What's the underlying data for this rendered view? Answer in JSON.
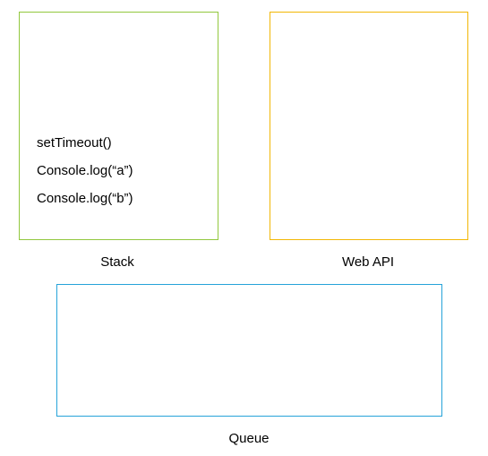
{
  "colors": {
    "stack_border": "#92c83e",
    "webapi_border": "#f2b705",
    "queue_border": "#26a3d9"
  },
  "stack": {
    "label": "Stack",
    "items": [
      "setTimeout()",
      "Console.log(“a”)",
      "Console.log(“b”)"
    ]
  },
  "web_api": {
    "label": "Web API"
  },
  "queue": {
    "label": "Queue"
  }
}
